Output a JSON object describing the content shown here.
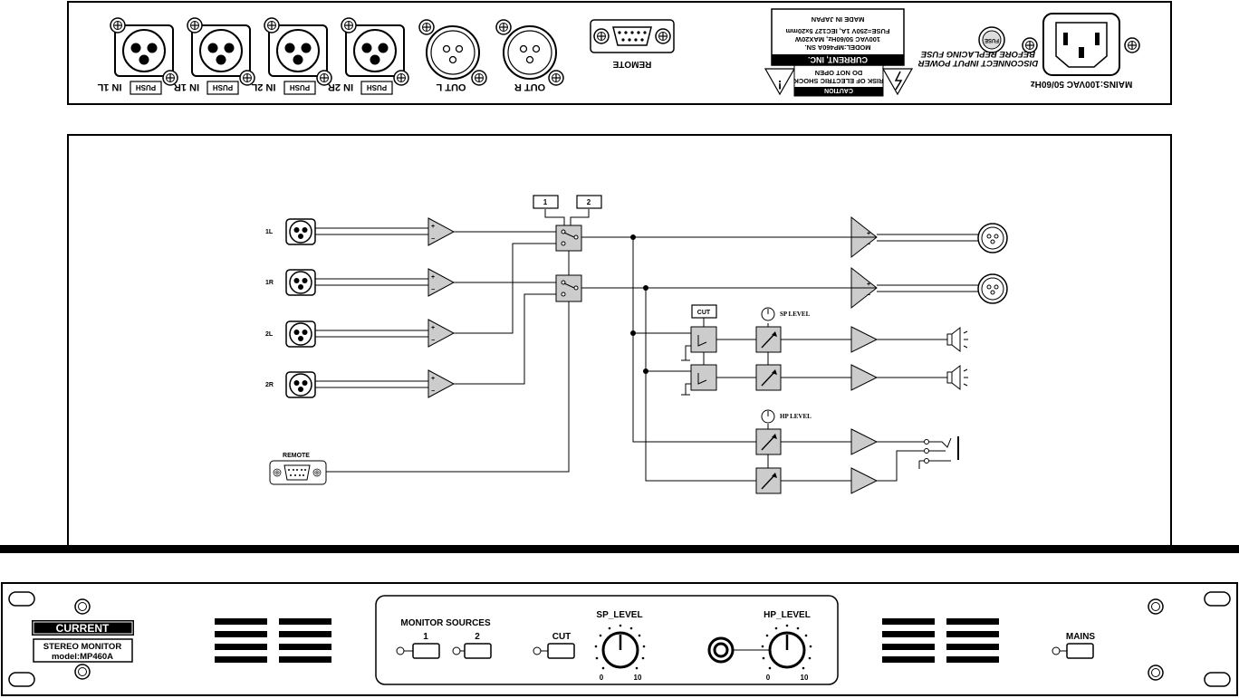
{
  "rear_panel": {
    "inputs": [
      {
        "label": "IN  1L",
        "push": "PUSH"
      },
      {
        "label": "IN  1R",
        "push": "PUSH"
      },
      {
        "label": "IN  2L",
        "push": "PUSH"
      },
      {
        "label": "IN  2R",
        "push": "PUSH"
      }
    ],
    "outputs": [
      {
        "label": "OUT  L"
      },
      {
        "label": "OUT  R"
      }
    ],
    "remote_label": "REMOTE",
    "nameplate": {
      "made_in": "MADE IN JAPAN",
      "fuse": "FUSE=250V 1A, IEC127 5x20mm",
      "power": "100VAC 50/60Hz, MAX20W",
      "model": "MODEL:MP460A SN.",
      "company": "CURRENT, INC."
    },
    "caution": {
      "title": "CAUTION",
      "line1": "RISK OF ELECTRIC SHOCK",
      "line2": "DO NOT OPEN"
    },
    "fuse_label": "FUSE",
    "warning_line1": "DISCONNECT INPUT POWER",
    "warning_line2": "BEFORE REPLACING FUSE",
    "mains_label": "MAINS:100VAC 50/60Hz"
  },
  "block_diagram": {
    "input_labels": [
      "1L",
      "1R",
      "2L",
      "2R"
    ],
    "source_buttons": [
      "1",
      "2"
    ],
    "cut_label": "CUT",
    "sp_level_label": "SP LEVEL",
    "hp_level_label": "HP LEVEL",
    "remote_label": "REMOTE"
  },
  "front_panel": {
    "brand": "CURRENT",
    "product": "STEREO MONITOR",
    "model": "model:MP460A",
    "monitor_sources_label": "MONITOR SOURCES",
    "source_1": "1",
    "source_2": "2",
    "cut_label": "CUT",
    "sp_level_label": "SP_LEVEL",
    "hp_level_label": "HP_LEVEL",
    "knob_min": "0",
    "knob_max": "10",
    "mains_label": "MAINS"
  }
}
